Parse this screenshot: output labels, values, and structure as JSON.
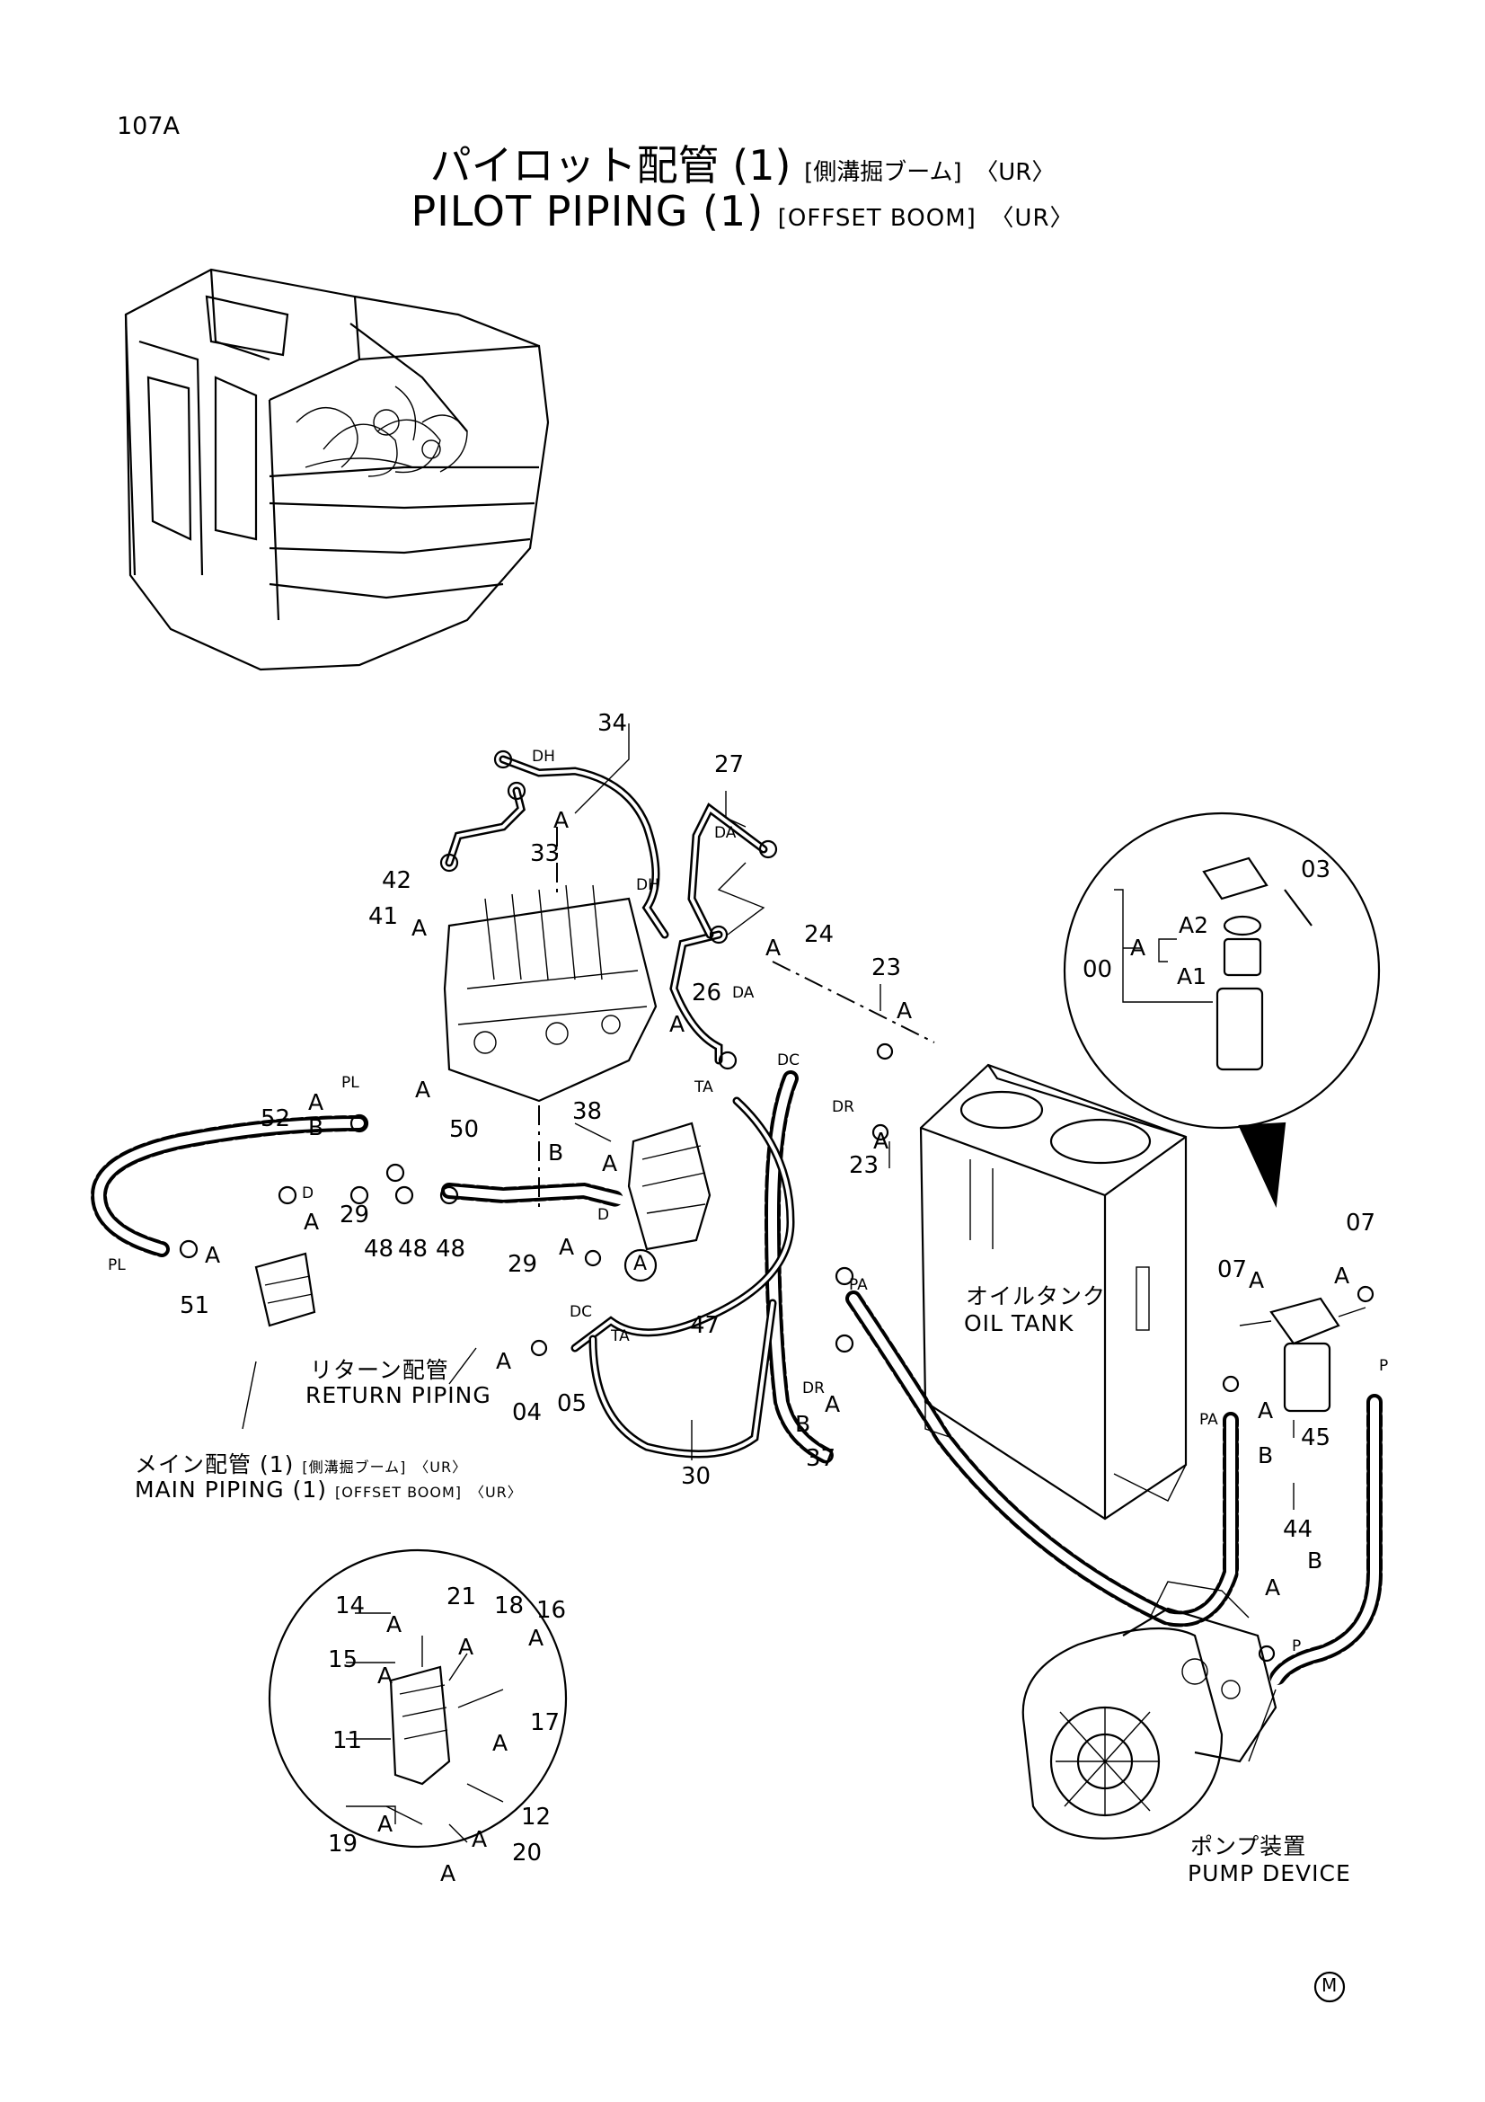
{
  "page_code": "107A",
  "title_jp": "パイロット配管 (1)",
  "title_jp_qualifier": "[側溝掘ブーム]",
  "title_jp_variant": "〈UR〉",
  "title_en": "PILOT PIPING (1)",
  "title_en_qualifier": "[OFFSET BOOM]",
  "title_en_variant": "〈UR〉",
  "part_numbers": {
    "p34": "34",
    "p27": "27",
    "p33": "33",
    "p42": "42",
    "p41": "41",
    "p24": "24",
    "p26": "26",
    "p23a": "23",
    "p23b": "23",
    "p38": "38",
    "p52": "52",
    "p50": "50",
    "p29a": "29",
    "p48a": "48",
    "p48b": "48",
    "p48c": "48",
    "p51": "51",
    "p29b": "29",
    "p47": "47",
    "p04": "04",
    "p05": "05",
    "p30": "30",
    "p37": "37",
    "p45": "45",
    "p44": "44",
    "p07a": "07",
    "p07b": "07",
    "p03": "03",
    "p00": "00",
    "p14": "14",
    "p21": "21",
    "p18": "18",
    "p16": "16",
    "p15": "15",
    "p11": "11",
    "p17": "17",
    "p12": "12",
    "p19": "19",
    "p20": "20"
  },
  "port_labels": {
    "DH1": "DH",
    "DH2": "DH",
    "DA1": "DA",
    "DA2": "DA",
    "PL1": "PL",
    "PL2": "PL",
    "D1": "D",
    "D2": "D",
    "TA1": "TA",
    "TA2": "TA",
    "DC1": "DC",
    "DC2": "DC",
    "DR1": "DR",
    "DR2": "DR",
    "PA1": "PA",
    "PA2": "PA",
    "P1": "P",
    "P2": "P"
  },
  "group_letters": {
    "A": "A",
    "B": "B",
    "A1": "A1",
    "A2": "A2"
  },
  "callout_A": "A",
  "detail_A_caption": "A",
  "labels": {
    "oil_tank_jp": "オイルタンク",
    "oil_tank_en": "OIL TANK",
    "return_piping_jp": "リターン配管",
    "return_piping_en": "RETURN PIPING",
    "main_piping_jp": "メイン配管 (1)",
    "main_piping_jp_qualifier": "[側溝掘ブーム]",
    "main_piping_jp_variant": "〈UR〉",
    "main_piping_en": "MAIN PIPING (1)",
    "main_piping_en_qualifier": "[OFFSET BOOM]",
    "main_piping_en_variant": "〈UR〉",
    "pump_device_jp": "ポンプ装置",
    "pump_device_en": "PUMP DEVICE"
  },
  "corner_mark": "M"
}
